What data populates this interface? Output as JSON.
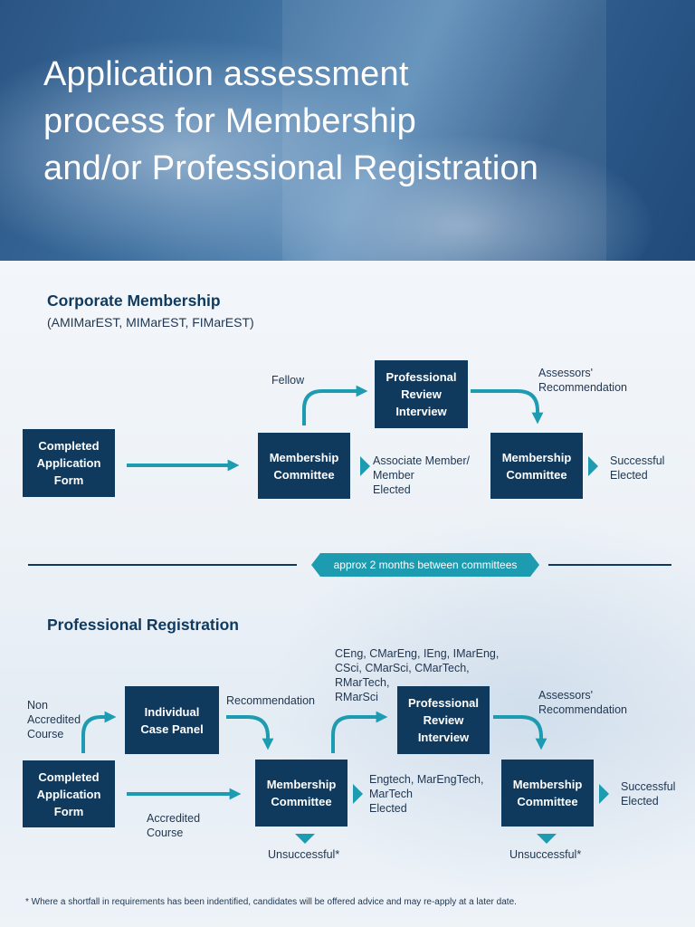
{
  "title": {
    "line1": "Application assessment",
    "line2": "process for Membership",
    "line3": "and/or Professional Registration"
  },
  "corporate": {
    "heading": "Corporate Membership",
    "subheading": "(AMIMarEST, MIMarEST, FIMarEST)",
    "application_box": "Completed\nApplication\nForm",
    "committee_box": "Membership\nCommittee",
    "interview_box": "Professional\nReview\nInterview",
    "committee2_box": "Membership\nCommittee",
    "fellow_label": "Fellow",
    "assessors_label": "Assessors'\nRecommendation",
    "associate_label": "Associate Member/\nMember\nElected",
    "successful_label": "Successful\nElected"
  },
  "divider": {
    "label": "approx 2 months between committees"
  },
  "registration": {
    "heading": "Professional Registration",
    "non_accredited_label": "Non\nAccredited\nCourse",
    "case_panel_box": "Individual\nCase Panel",
    "recommendation_label": "Recommendation",
    "application_box": "Completed\nApplication\nForm",
    "accredited_label": "Accredited\nCourse",
    "committee_box": "Membership\nCommittee",
    "unsuccessful1_label": "Unsuccessful*",
    "titles_label": "CEng, CMarEng, IEng, IMarEng,\nCSci, CMarSci, CMarTech,\nRMarTech,\nRMarSci",
    "interview_box": "Professional\nReview\nInterview",
    "engtech_label": "Engtech, MarEngTech,\nMarTech\nElected",
    "assessors_label": "Assessors'\nRecommendation",
    "committee2_box": "Membership\nCommittee",
    "unsuccessful2_label": "Unsuccessful*",
    "successful_label": "Successful\nElected"
  },
  "footnote": "* Where a shortfall in requirements has been indentified, candidates will be offered advice and may re-apply at a later date.",
  "colors": {
    "box": "#0f3a5e",
    "accent": "#1d9bb0",
    "divider": "#0f3a5e"
  }
}
